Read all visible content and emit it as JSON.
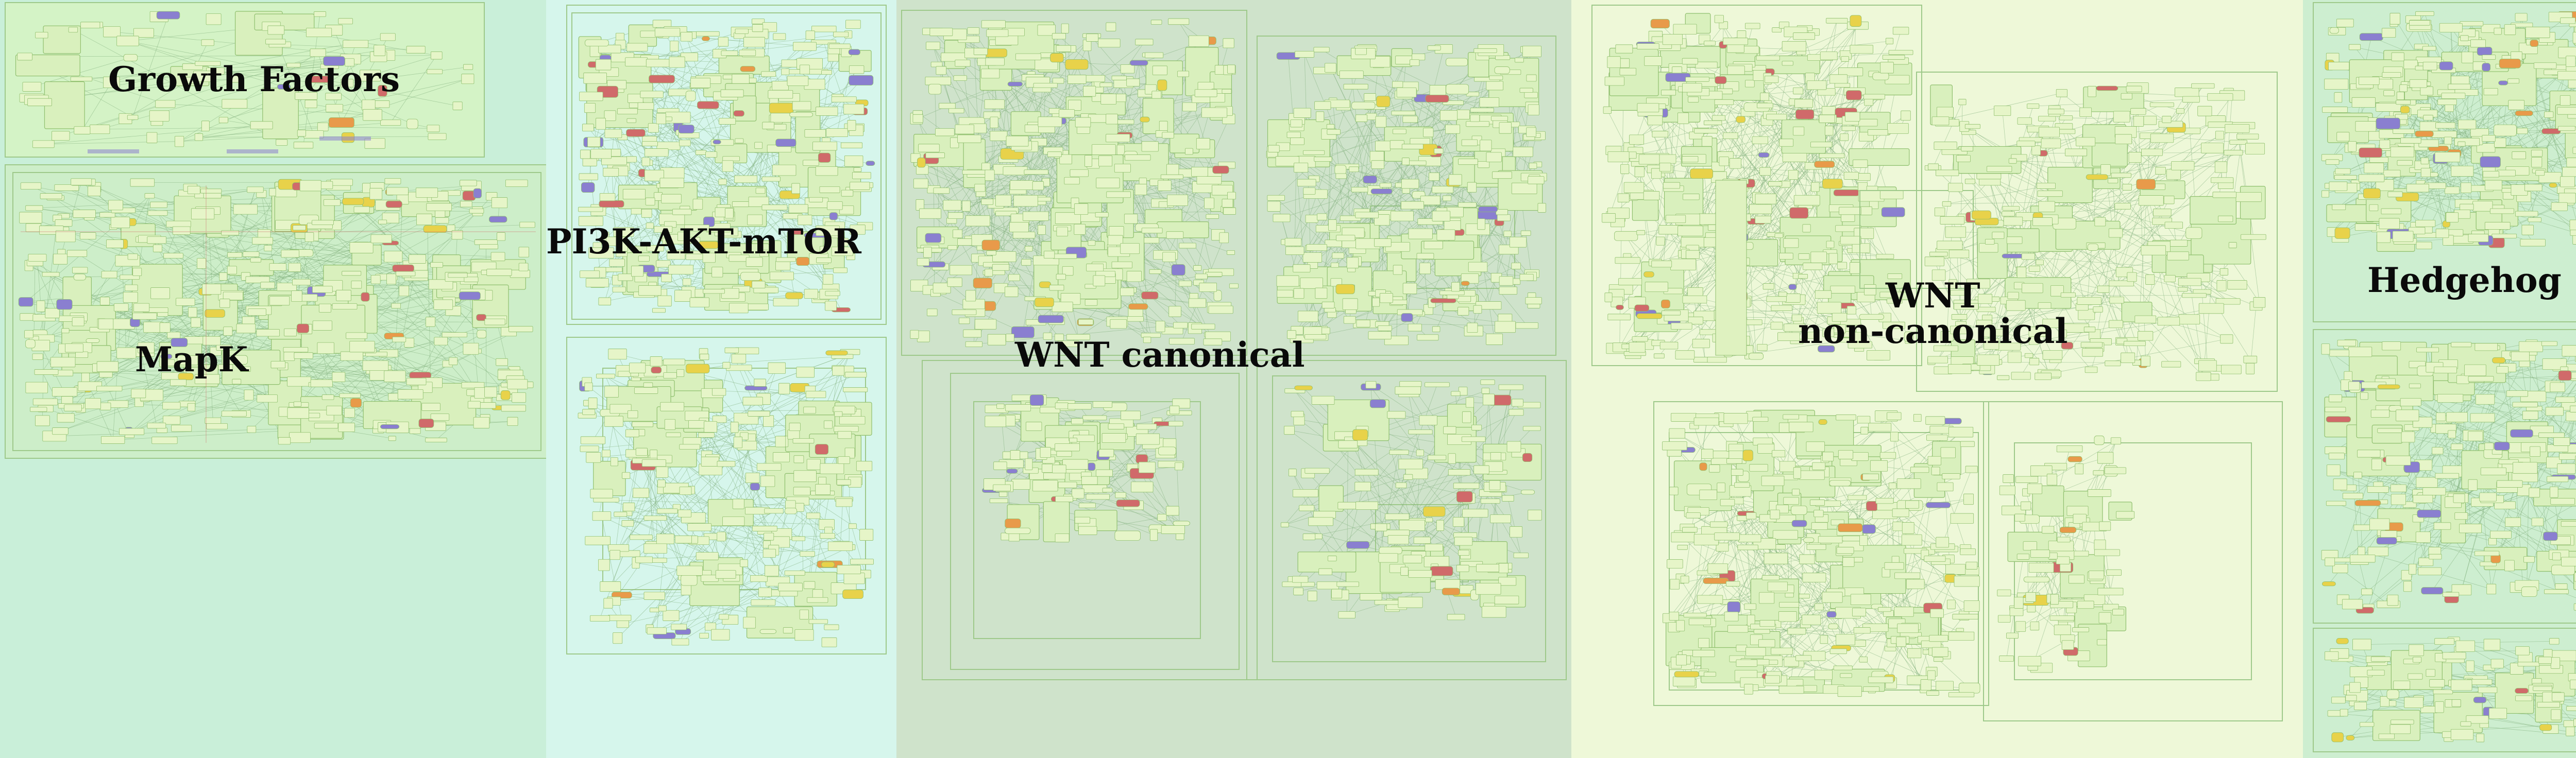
{
  "pathways": [
    {
      "id": "growth-factors",
      "label": "Growth Factors"
    },
    {
      "id": "mapk",
      "label": "MapK"
    },
    {
      "id": "pi3k",
      "label": "PI3K-AKT-mTOR"
    },
    {
      "id": "wnt-canonical",
      "label": "WNT canonical"
    },
    {
      "id": "wnt-noncanonical",
      "label": "WNT\nnon-canonical"
    },
    {
      "id": "hedgehog",
      "label": "Hedgehog"
    }
  ],
  "colors": {
    "bg_green": "#c9efd9",
    "bg_mint": "#d6f6ec",
    "bg_sage": "#cfe3cb",
    "bg_pale": "#eef8d8",
    "bg_hh": "#cdeed0",
    "box_stroke": "#9ec98a",
    "node_fill": "#e6f5c8",
    "node_stroke": "#8fbf6e",
    "edge": "#7fae7a",
    "accent_purple": "#8a7fd0",
    "accent_red": "#d06a6a",
    "accent_yellow": "#e8d24a",
    "accent_orange": "#e89a4a"
  }
}
